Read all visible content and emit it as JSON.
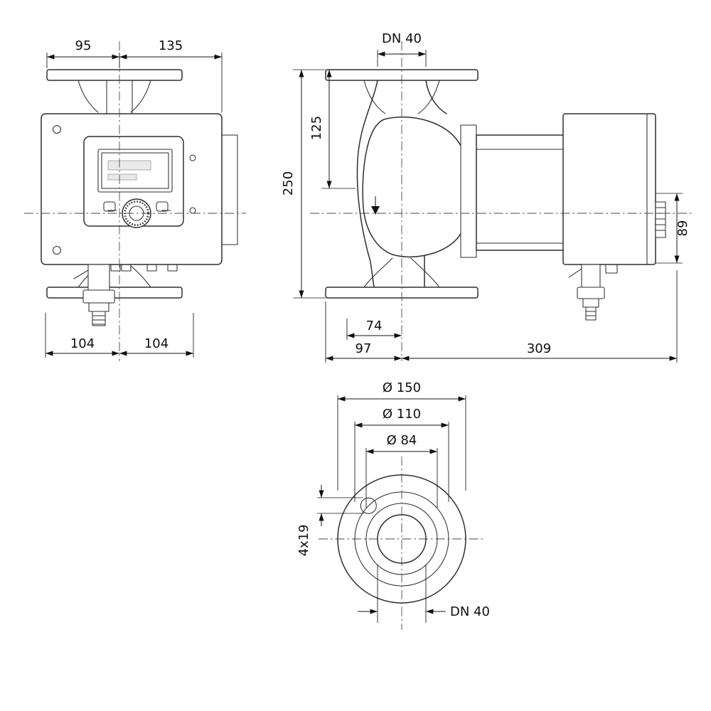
{
  "drawing": {
    "kind": "pump-dimensional-drawing"
  },
  "views": {
    "front": {
      "dim_top_left": "95",
      "dim_top_right": "135",
      "dim_bottom_left": "104",
      "dim_bottom_right": "104"
    },
    "side": {
      "dim_nominal": "DN 40",
      "dim_height_upper": "125",
      "dim_height_total": "250",
      "dim_module_height": "89",
      "dim_offset": "74",
      "dim_front_depth": "97",
      "dim_rear_depth": "309"
    },
    "flange": {
      "dim_outer_diameter": "Ø 150",
      "dim_bolt_circle": "Ø 110",
      "dim_hub_diameter": "Ø 84",
      "dim_bolt_holes": "4x19",
      "dim_nominal": "DN 40"
    }
  }
}
